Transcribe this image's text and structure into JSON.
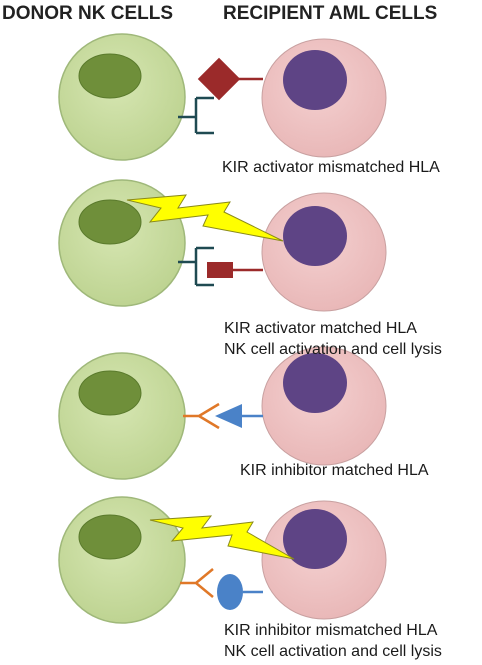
{
  "headers": {
    "donor": "DONOR NK CELLS",
    "recipient": "RECIPIENT AML CELLS"
  },
  "panels": [
    {
      "caption_lines": [
        "KIR activator mismatched HLA"
      ]
    },
    {
      "caption_lines": [
        "KIR activator matched HLA",
        "NK cell activation and cell lysis"
      ]
    },
    {
      "caption_lines": [
        "KIR inhibitor matched HLA"
      ]
    },
    {
      "caption_lines": [
        "KIR inhibitor mismatched HLA",
        "NK cell activation and cell lysis"
      ]
    }
  ],
  "colors": {
    "nk_cell": "#c8dba0",
    "nk_nucleus": "#6f8f3a",
    "aml_cell": "#efc5c5",
    "aml_nucleus": "#5e4485",
    "activator_receptor": "#1f4a52",
    "inhibitor_receptor": "#e07828",
    "hla_mismatch_activator": "#9b2a2a",
    "hla_inhibitor": "#4a82c8",
    "lysis_bolt": "#ffff00"
  }
}
